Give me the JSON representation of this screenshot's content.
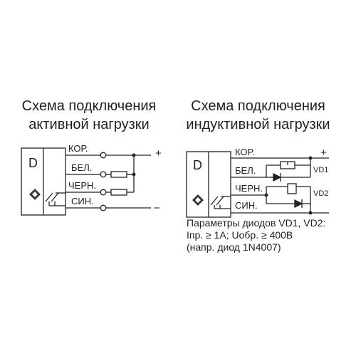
{
  "left": {
    "title_line1": "Схема подключения",
    "title_line2": "активной нагрузки",
    "sensor_letter": "D",
    "wire_labels": [
      "КОР.",
      "БЕЛ.",
      "ЧЕРН.",
      "СИН."
    ],
    "plus": "+",
    "minus": "–"
  },
  "right": {
    "title_line1": "Схема подключения",
    "title_line2": "индуктивной нагрузки",
    "sensor_letter": "D",
    "wire_labels": [
      "КОР.",
      "БЕЛ.",
      "ЧЕРН.",
      "СИН."
    ],
    "plus": "+",
    "minus": "–",
    "diode1": "VD1",
    "diode2": "VD2",
    "note_line1": "Параметры диодов VD1, VD2:",
    "note_line2": "Iпр. ≥ 1А; Uобр. ≥ 400В",
    "note_line3": "(напр. диод 1N4007)"
  }
}
